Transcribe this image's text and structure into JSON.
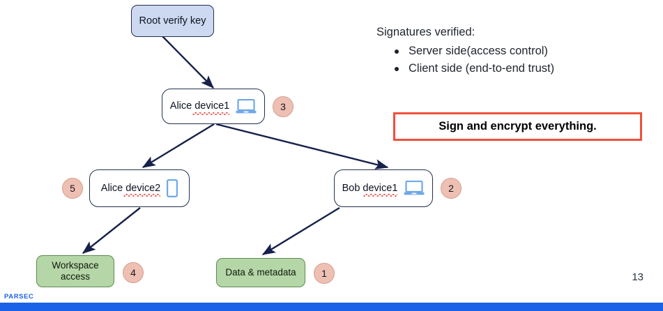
{
  "slide": {
    "page_number": "13",
    "brand": "PARSEC",
    "colors": {
      "root_fill": "#ccd9f0",
      "node_border": "#22304f",
      "leaf_fill": "#b5d6a7",
      "leaf_border": "#5e8a52",
      "badge_fill": "#eec0b3",
      "badge_border": "#d79e8e",
      "arrow": "#16214a",
      "callout_border": "#f0503c",
      "brand_blue": "#1a62e8",
      "device_icon_blue": "#6fa8e8"
    }
  },
  "diagram": {
    "nodes": [
      {
        "id": "root",
        "label": "Root verify key",
        "kind": "root",
        "icon": null,
        "badge": null
      },
      {
        "id": "alice1",
        "label": "Alice device1",
        "kind": "device",
        "icon": "laptop-icon",
        "badge": "3",
        "badge_side": "right"
      },
      {
        "id": "alice2",
        "label": "Alice device2",
        "kind": "device",
        "icon": "phone-icon",
        "badge": "5",
        "badge_side": "left"
      },
      {
        "id": "bob1",
        "label": "Bob device1",
        "kind": "device",
        "icon": "laptop-icon",
        "badge": "2",
        "badge_side": "right"
      },
      {
        "id": "work",
        "label": "Workspace access",
        "label_line1": "Workspace",
        "label_line2": "access",
        "kind": "leaf",
        "icon": null,
        "badge": "4",
        "badge_side": "right"
      },
      {
        "id": "data",
        "label": "Data & metadata",
        "kind": "leaf",
        "icon": null,
        "badge": "1",
        "badge_side": "right"
      }
    ],
    "edges": [
      {
        "from": "root",
        "to": "alice1"
      },
      {
        "from": "alice1",
        "to": "alice2"
      },
      {
        "from": "alice1",
        "to": "bob1"
      },
      {
        "from": "alice2",
        "to": "work"
      },
      {
        "from": "bob1",
        "to": "data"
      }
    ]
  },
  "notes": {
    "heading": "Signatures verified:",
    "bullets": [
      "Server side(access control)",
      "Client side (end-to-end trust)"
    ]
  },
  "callout": {
    "text": "Sign and encrypt everything."
  }
}
